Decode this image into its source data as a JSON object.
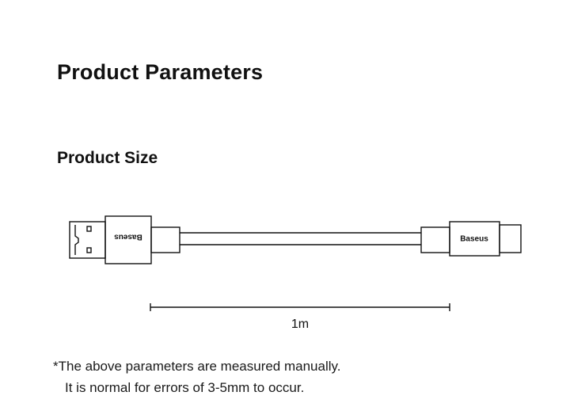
{
  "header": {
    "title": "Product Parameters"
  },
  "section": {
    "title": "Product Size"
  },
  "diagram": {
    "left_connector_label": "Baseus",
    "right_connector_label": "Baseus",
    "length_label": "1m",
    "stroke_color": "#111111"
  },
  "notes": {
    "line1": "*The above parameters are measured manually.",
    "line2": "It is normal for errors of 3-5mm to occur."
  }
}
